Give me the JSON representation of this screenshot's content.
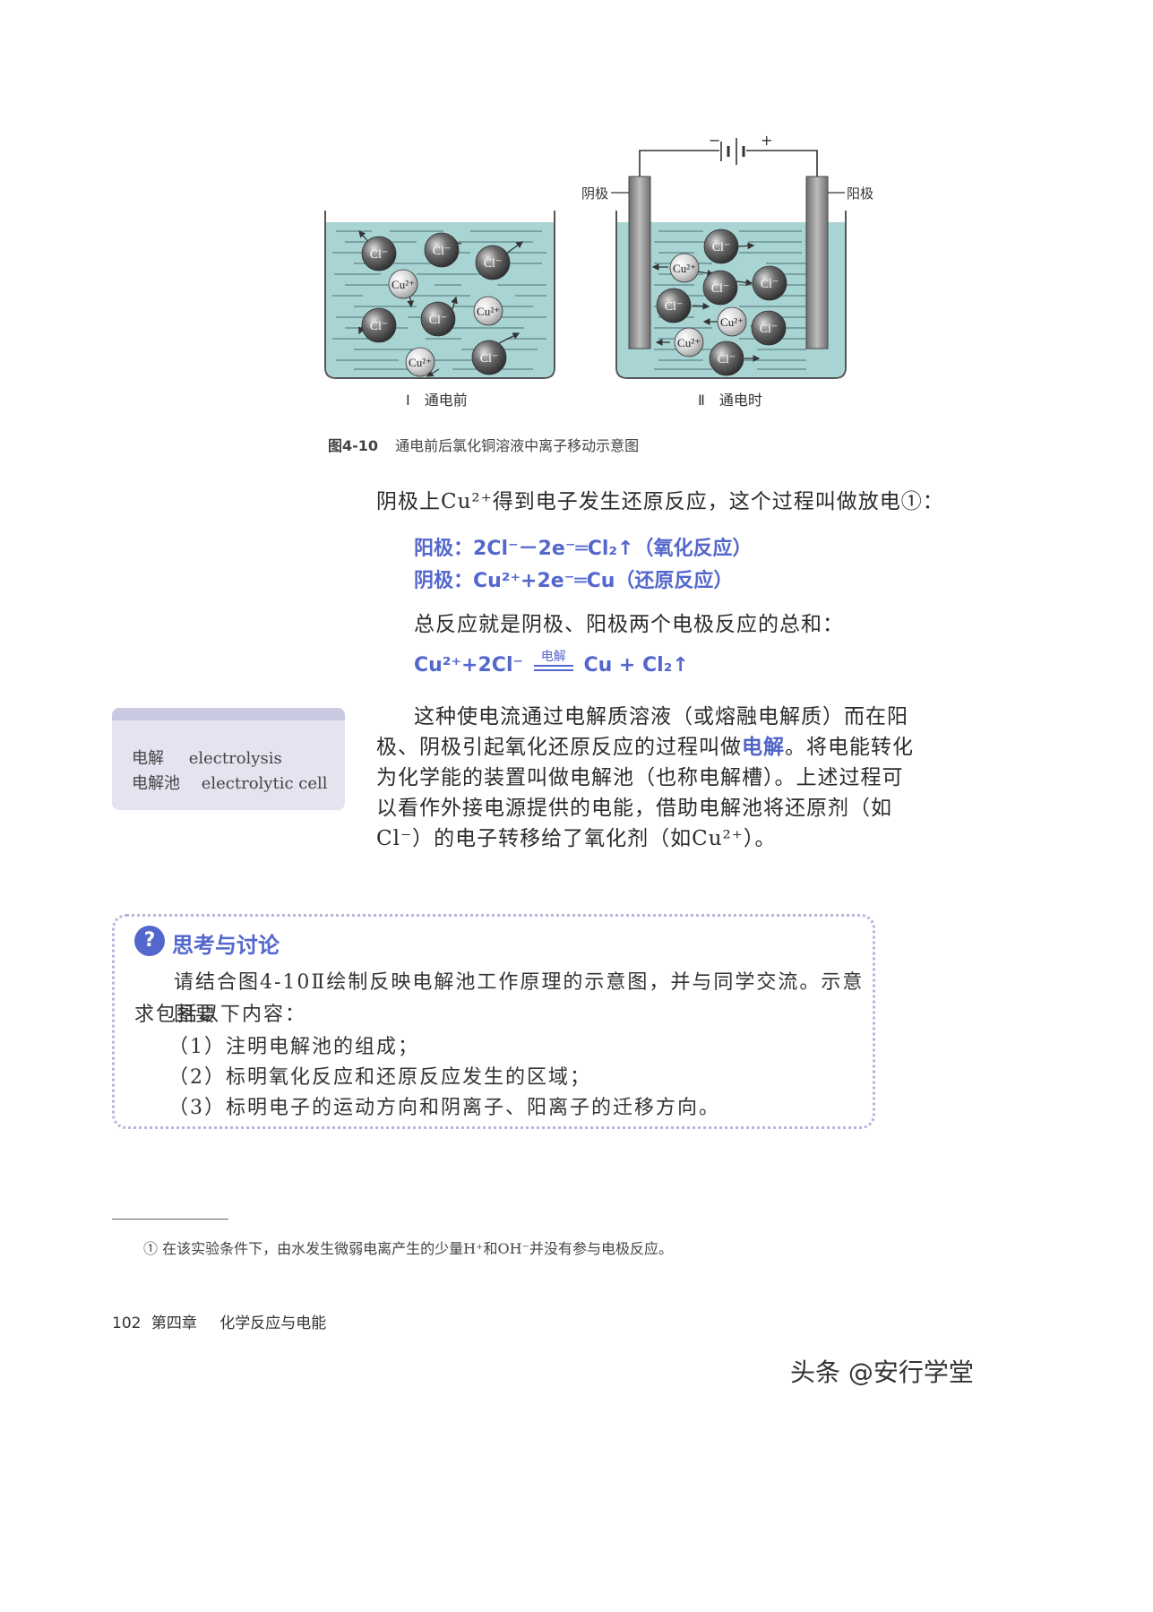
{
  "figure": {
    "beaker1": {
      "label": "Ⅰ　通电前",
      "ions": [
        {
          "label": "Cl⁻",
          "kind": "anion"
        },
        {
          "label": "Cl⁻",
          "kind": "anion"
        },
        {
          "label": "Cl⁻",
          "kind": "anion"
        },
        {
          "label": "Cu²⁺",
          "kind": "cation"
        },
        {
          "label": "Cl⁻",
          "kind": "anion"
        },
        {
          "label": "Cl⁻",
          "kind": "anion"
        },
        {
          "label": "Cu²⁺",
          "kind": "cation"
        },
        {
          "label": "Cu²⁺",
          "kind": "cation"
        },
        {
          "label": "Cl⁻",
          "kind": "anion"
        }
      ]
    },
    "beaker2": {
      "label": "Ⅱ　通电时",
      "cathode_label": "阴极",
      "anode_label": "阳极",
      "battery_minus": "−",
      "battery_plus": "+",
      "ions": [
        {
          "label": "Cl⁻",
          "kind": "anion"
        },
        {
          "label": "Cu²⁺",
          "kind": "cation"
        },
        {
          "label": "Cl⁻",
          "kind": "anion"
        },
        {
          "label": "Cl⁻",
          "kind": "anion"
        },
        {
          "label": "Cl⁻",
          "kind": "anion"
        },
        {
          "label": "Cu²⁺",
          "kind": "cation"
        },
        {
          "label": "Cl⁻",
          "kind": "anion"
        },
        {
          "label": "Cu²⁺",
          "kind": "cation"
        },
        {
          "label": "Cl⁻",
          "kind": "anion"
        }
      ]
    },
    "caption_num": "图4-10",
    "caption_text": "通电前后氯化铜溶液中离子移动示意图"
  },
  "intro": "阴极上Cu²⁺得到电子发生还原反应，这个过程叫做放电①：",
  "equations": {
    "anode": "阳极：2Cl⁻－2e⁻═Cl₂↑（氧化反应）",
    "cathode": "阴极：Cu²⁺+2e⁻═Cu（还原反应）",
    "total_intro": "总反应就是阴极、阳极两个电极反应的总和：",
    "total_left": "Cu²⁺+2Cl⁻",
    "total_condition": "电解",
    "total_right": "Cu + Cl₂↑"
  },
  "glossary": [
    {
      "zh": "电解",
      "en": "electrolysis"
    },
    {
      "zh": "电解池",
      "en": "electrolytic cell"
    }
  ],
  "body": {
    "l1": "这种使电流通过电解质溶液（或熔融电解质）而在阳",
    "l2a": "极、阴极引起氧化还原反应的过程叫做",
    "l2term": "电解",
    "l2b": "。将电能转化",
    "l3": "为化学能的装置叫做电解池（也称电解槽）。上述过程可",
    "l4": "以看作外接电源提供的电能，借助电解池将还原剂（如",
    "l5": "Cl⁻）的电子转移给了氧化剂（如Cu²⁺）。"
  },
  "think": {
    "icon": "?",
    "title": "思考与讨论",
    "p1": "请结合图4-10Ⅱ绘制反映电解池工作原理的示意图，并与同学交流。示意图要",
    "p2": "求包括以下内容：",
    "items": [
      "（1）注明电解池的组成；",
      "（2）标明氧化反应和还原反应发生的区域；",
      "（3）标明电子的运动方向和阴离子、阳离子的迁移方向。"
    ]
  },
  "footnote": "① 在该实验条件下，由水发生微弱电离产生的少量H⁺和OH⁻并没有参与电极反应。",
  "footer": {
    "page": "102",
    "chapter": "第四章",
    "title": "化学反应与电能"
  },
  "watermark": "头条 @安行学堂",
  "colors": {
    "accent": "#5467cc",
    "solution": "#a9d4d4",
    "anion": "#5a5a5a",
    "cation": "#c9c9c9"
  }
}
